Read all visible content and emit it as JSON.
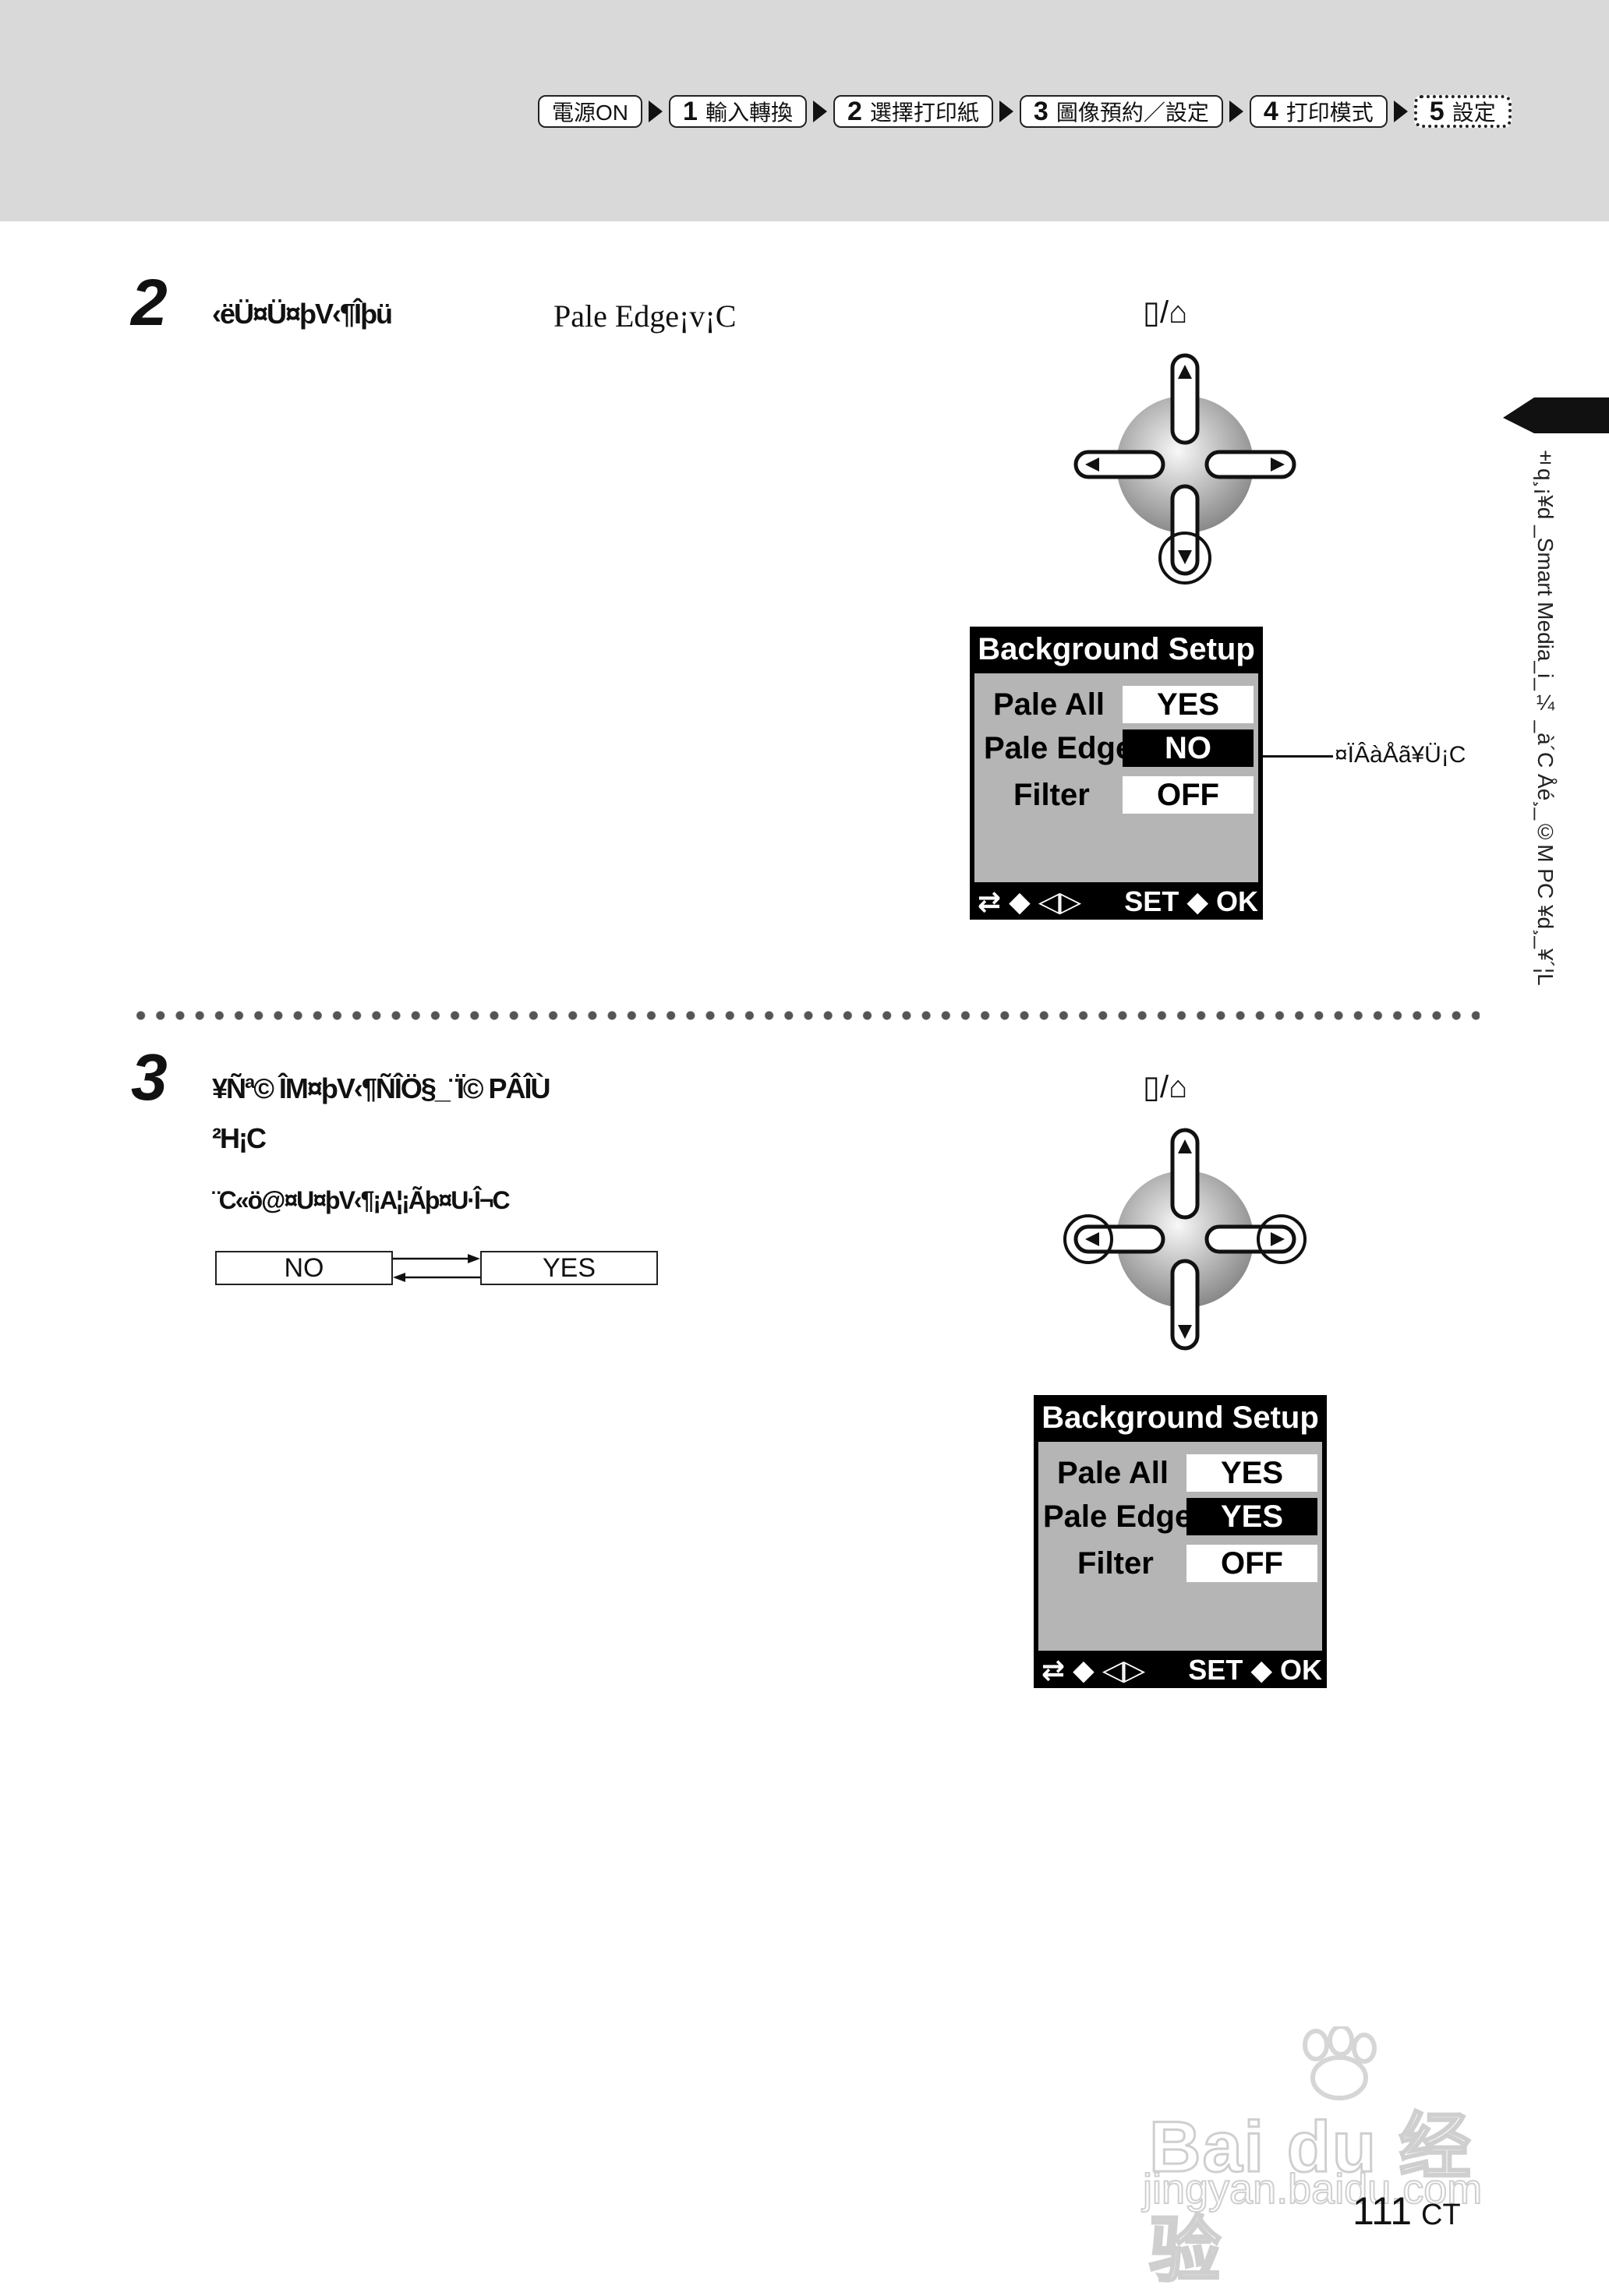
{
  "header": {
    "steps": [
      {
        "num": "",
        "label": "電源ON",
        "current": false
      },
      {
        "num": "1",
        "label": "輸入轉換",
        "current": false
      },
      {
        "num": "2",
        "label": "選擇打印紙",
        "current": false
      },
      {
        "num": "3",
        "label": "圖像預約／設定",
        "current": false
      },
      {
        "num": "4",
        "label": "打印模式",
        "current": false
      },
      {
        "num": "5",
        "label": "設定",
        "current": true
      }
    ]
  },
  "step2": {
    "number": "2",
    "garbled_heading": "‹ëÜ¤Ü¤þV‹¶Îþü",
    "heading_tail": "Pale Edge¡v¡C",
    "key_label": "▯/⌂",
    "lcd": {
      "title": "Background Setup",
      "rows": [
        {
          "label": "Pale All",
          "value": "YES",
          "selected": false
        },
        {
          "label": "Pale Edge",
          "value": "NO",
          "selected": true
        },
        {
          "label": "Filter",
          "value": "OFF",
          "selected": false
        }
      ],
      "footer_left": "⇄ ◆ ◁▷",
      "footer_right": "SET ◆ OK"
    },
    "callout": "¤ÏÂàÅã¥Ü¡C"
  },
  "step3": {
    "number": "3",
    "garbled_heading_line1": "¥Ñª© ÎM¤þV‹¶ÑÎÖ§_¨Ï© PÂÎÙ",
    "garbled_heading_line2": "²H¡C",
    "garbled_subtext": "¨C«ö@¤U¤þV‹¶¡A¦¡Ãþ¤U·Î¬C",
    "toggle": {
      "left": "NO",
      "right": "YES"
    },
    "key_label": "▯/⌂",
    "lcd": {
      "title": "Background Setup",
      "rows": [
        {
          "label": "Pale All",
          "value": "YES",
          "selected": false
        },
        {
          "label": "Pale Edge",
          "value": "YES",
          "selected": true
        },
        {
          "label": "Filter",
          "value": "OFF",
          "selected": false
        }
      ],
      "footer_left": "⇄ ◆ ◁▷",
      "footer_right": "SET ◆ OK"
    }
  },
  "side_tab": {
    "text": "±q¸¡¥d _Smart Media_i_¼ _à´C Åé¸_©M PC ¥d¸_¥´¦L"
  },
  "watermark": {
    "brand": "Bai du 经验",
    "url": "jingyan.baidu.com"
  },
  "page": {
    "number": "111",
    "suffix": "CT"
  }
}
